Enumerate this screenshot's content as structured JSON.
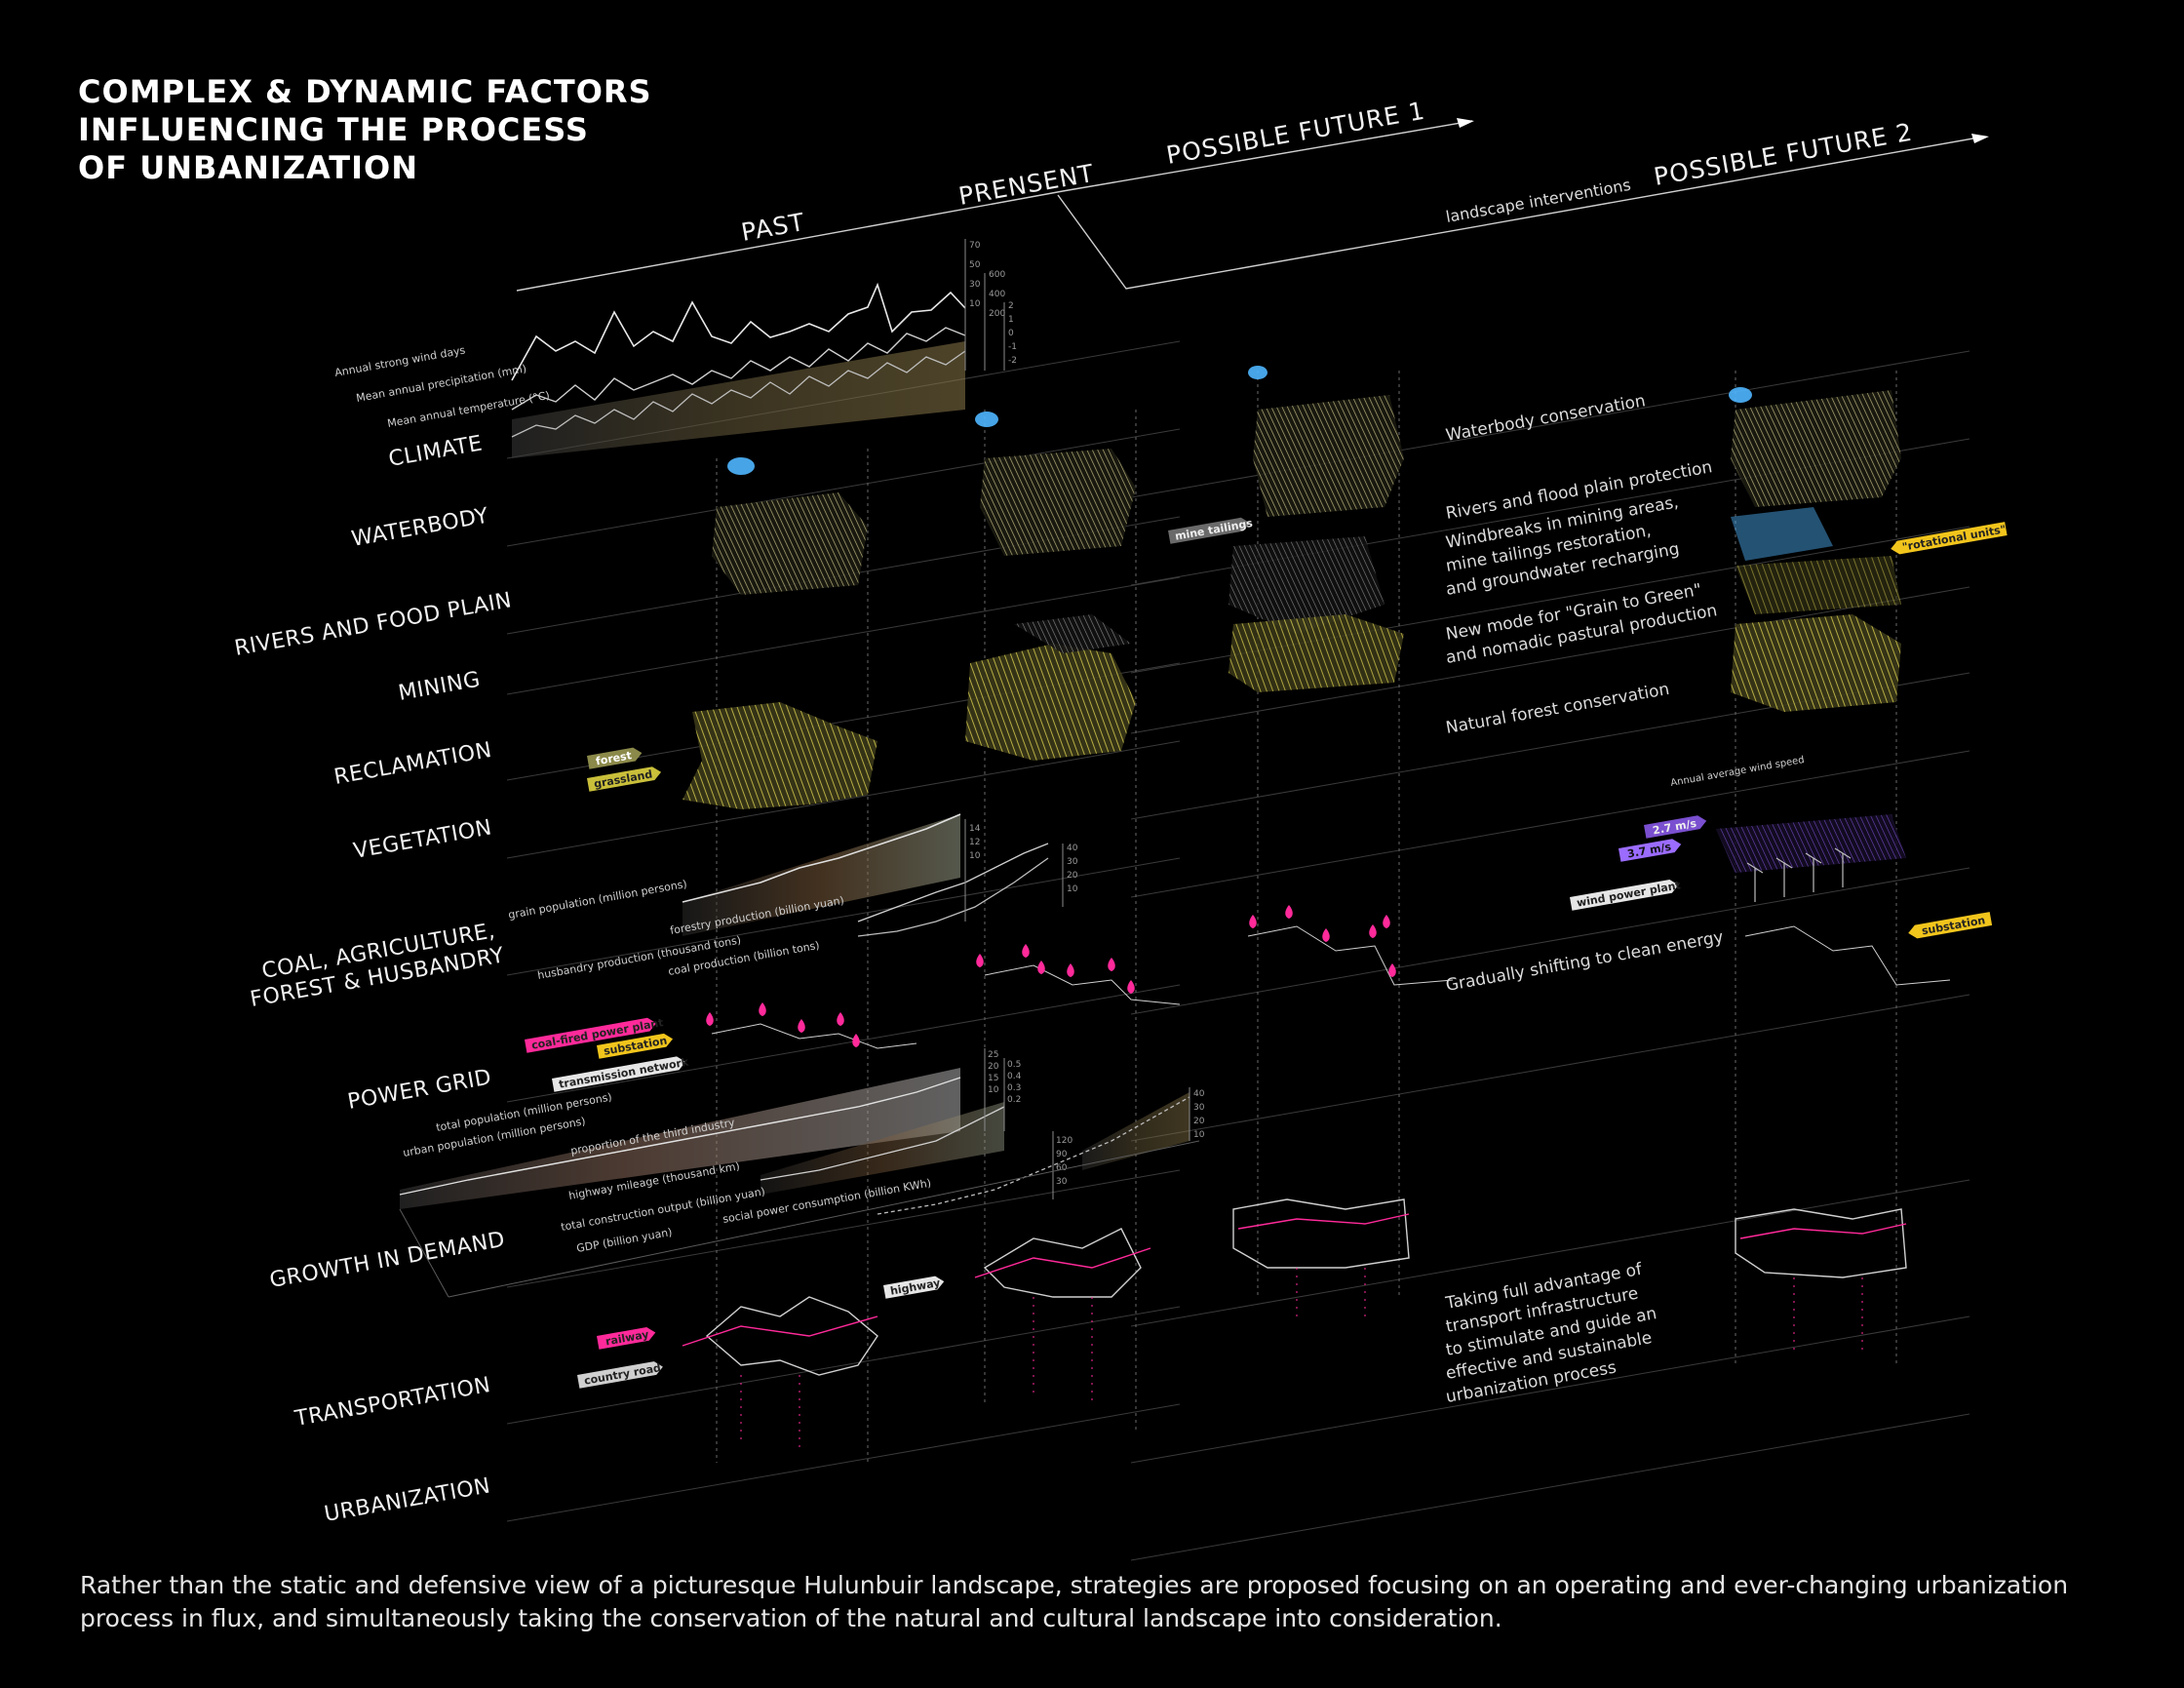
{
  "title": {
    "lines": [
      "COMPLEX & DYNAMIC FACTORS",
      "INFLUENCING THE PROCESS",
      "OF UNBANIZATION"
    ]
  },
  "timeline": {
    "past": "PAST",
    "present": "PRENSENT",
    "future1": "POSSIBLE FUTURE 1",
    "future2": "POSSIBLE FUTURE 2",
    "interventions": "landscape interventions"
  },
  "categories": [
    "CLIMATE",
    "WATERBODY",
    "RIVERS AND FOOD PLAIN",
    "MINING",
    "RECLAMATION",
    "VEGETATION",
    "COAL, AGRICULTURE,",
    "FOREST & HUSBANDRY",
    "POWER GRID",
    "GROWTH IN DEMAND",
    "TRANSPORTATION",
    "URBANIZATION"
  ],
  "climate_chart": {
    "series": [
      "Annual strong wind days",
      "Mean annual precipitation (mm)",
      "Mean annual temperature (°C)"
    ],
    "ticks_a": [
      "70",
      "50",
      "30",
      "10"
    ],
    "ticks_b": [
      "600",
      "400",
      "200"
    ],
    "ticks_c": [
      "2",
      "1",
      "0",
      "-1",
      "-2"
    ]
  },
  "production_chart": {
    "series": [
      "grain population (million persons)",
      "forestry production (billion yuan)",
      "husbandry production (thousand tons)",
      "coal production (billion tons)"
    ],
    "ticks_a": [
      "14",
      "12",
      "10"
    ],
    "ticks_b": [
      "40",
      "30",
      "20",
      "10"
    ]
  },
  "demand_chart": {
    "series": [
      "total population (million persons)",
      "urban population (million persons)",
      "proportion of the third industry",
      "highway mileage (thousand km)",
      "total construction output (billion yuan)",
      "social power consumption (billion KWh)",
      "GDP (billion yuan)"
    ],
    "ticks_a": [
      "25",
      "20",
      "15",
      "10"
    ],
    "ticks_b": [
      "0.5",
      "0.4",
      "0.3",
      "0.2"
    ],
    "ticks_c": [
      "120",
      "90",
      "60",
      "30"
    ],
    "ticks_d": [
      "40",
      "30",
      "20",
      "10"
    ]
  },
  "tags": {
    "forest": "forest",
    "grassland": "grassland",
    "coal_plant": "coal-fired power plant",
    "substation": "substation",
    "transmission": "transmission network",
    "railway": "railway",
    "country_road": "country road",
    "highway": "highway",
    "mine_tailings": "mine tailings",
    "rotational_units": "\"rotational units\"",
    "wind_speed": "Annual average wind speed",
    "speed_a": "2.7 m/s",
    "speed_b": "3.7 m/s",
    "wind_plant": "wind power plant",
    "substation_future": "substation"
  },
  "interventions": {
    "waterbody": "Waterbody conservation",
    "rivers": "Rivers and flood plain protection",
    "windbreaks": [
      "Windbreaks in mining areas,",
      "mine tailings restoration,",
      "and groundwater recharging"
    ],
    "grain": [
      "New mode for \"Grain to Green\"",
      "and nomadic pastural production"
    ],
    "forest": "Natural forest conservation",
    "energy": "Gradually shifting to clean energy",
    "transport": [
      "Taking full advantage of",
      "transport infrastructure",
      "to stimulate and guide an",
      "effective and sustainable",
      "urbanization process"
    ]
  },
  "caption": [
    "Rather than the static and defensive view of a picturesque Hulunbuir landscape, strategies are proposed focusing on an operating and ever-changing urbanization",
    "process in flux, and simultaneously taking the conservation of the natural and cultural landscape into consideration."
  ],
  "colors": {
    "background": "#000000",
    "waterbody": "#4fb6ff",
    "vegetation": "#b9b24a",
    "coal_plant": "#ff2a9a",
    "substation": "#f2c51c",
    "transmission": "#e0e0e0",
    "railway": "#ff2a9a",
    "wind_a": "#7a4fd0",
    "wind_b": "#9b6cff"
  }
}
